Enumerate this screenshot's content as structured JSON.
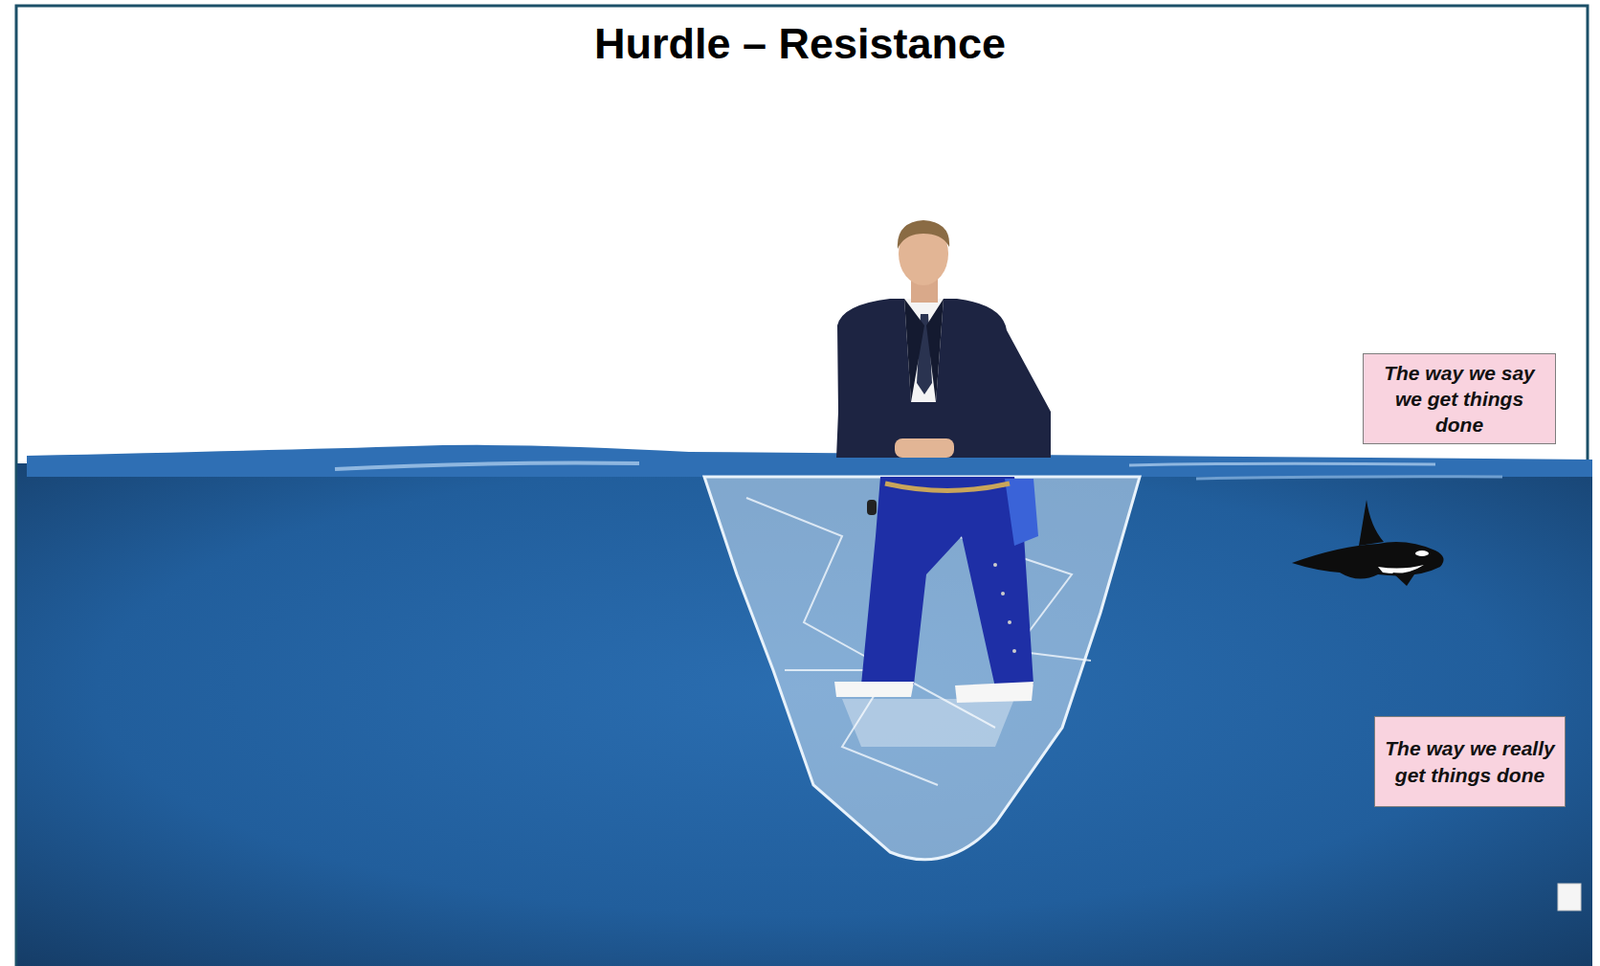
{
  "diagram": {
    "title": "Hurdle – Resistance",
    "nodes": [
      {
        "text": [
          "The way we say we get things done"
        ]
      },
      {
        "text": [
          "The way we really get things done"
        ]
      }
    ]
  }
}
